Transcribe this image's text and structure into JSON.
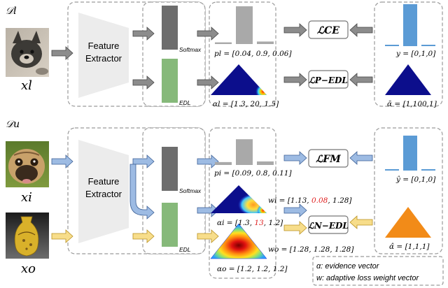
{
  "sections": {
    "labeled": "𝒟l",
    "unlabeled": "𝒟u"
  },
  "inputs": {
    "labeled": "xl",
    "inlier": "xi",
    "outlier": "xo"
  },
  "extractor": {
    "line1": "Feature",
    "line2": "Extractor"
  },
  "heads": {
    "softmax_label": "Softmax",
    "edl_label": "EDL"
  },
  "labeled_branch": {
    "p_label": "pl = [0.04, 0.9, 0.06]",
    "p_values": [
      0.04,
      0.9,
      0.06
    ],
    "alpha_label": "αl = [1.3, 20, 1.5]",
    "y_label": "y = [0,1,0]",
    "y_values": [
      0,
      1,
      0
    ],
    "alpha_bar_label": "ᾱ = [1,100,1]"
  },
  "unlabeled_branch": {
    "p_label": "pi = [0.09, 0.8, 0.11]",
    "p_values": [
      0.09,
      0.8,
      0.11
    ],
    "w_i_prefix": "wi = [1.13, ",
    "w_i_highlight": "0.08",
    "w_i_suffix": ", 1.28]",
    "alpha_i_prefix": "αi = [1.3, ",
    "alpha_i_highlight": "13",
    "alpha_i_suffix": ", 1.2]",
    "w_o_label": "wo = [1.28, 1.28, 1.28]",
    "alpha_o_label": "αo = [1.2, 1.2, 1.2]",
    "y_hat_label": "ŷ = [0,1,0]",
    "y_hat_values": [
      0,
      1,
      0
    ],
    "alpha_hat_label": "α̂ = [1,1,1]"
  },
  "losses": {
    "ce": "ℒCE",
    "p_edl": "ℒP−EDL",
    "fm": "ℒFM",
    "n_edl": "ℒN−EDL"
  },
  "legend": {
    "alpha": "α: evidence vector",
    "w": "w: adaptive loss weight vector"
  },
  "colors": {
    "softmax_feat": "#6d6d6d",
    "edl_feat": "#86b97a",
    "bar_gray": "#a9a9a9",
    "bar_blue": "#5b9bd5",
    "simplex_navy": "#0c0e8c",
    "simplex_orange": "#f28b18",
    "arrow_gray": "#8c8c8c",
    "arrow_blue": "#9dbbe3",
    "arrow_yellow": "#f7dd8a",
    "highlight_red": "#e02020"
  }
}
